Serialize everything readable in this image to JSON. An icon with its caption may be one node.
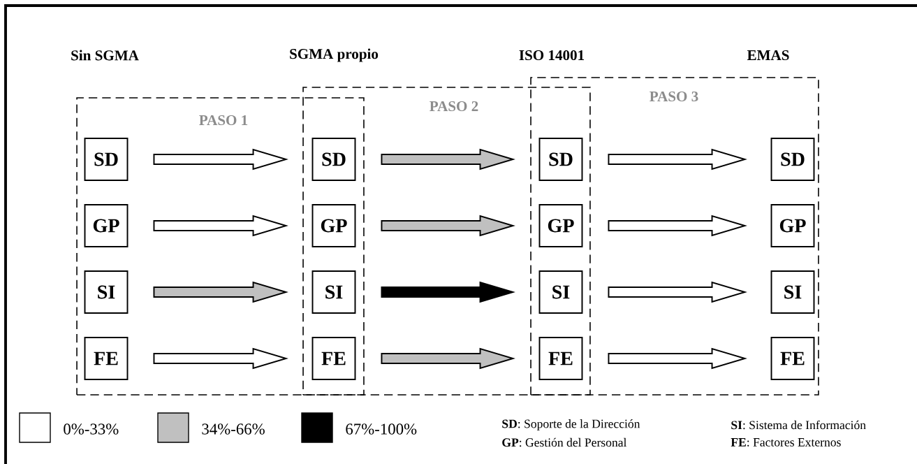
{
  "diagram": {
    "nodes": [
      {
        "text": [
          "PASO 1"
        ]
      },
      {
        "text": [
          "PASO 2"
        ]
      },
      {
        "text": [
          "PASO 3"
        ]
      },
      {
        "text": [
          "SD"
        ],
        "in": 0
      },
      {
        "text": [
          "SD"
        ]
      },
      {
        "text": [
          "SD"
        ]
      },
      {
        "text": [
          "SD"
        ],
        "in": 2
      },
      {
        "text": [
          "GP"
        ],
        "in": 0
      },
      {
        "text": [
          "GP"
        ]
      },
      {
        "text": [
          "GP"
        ]
      },
      {
        "text": [
          "GP"
        ],
        "in": 2
      },
      {
        "text": [
          "SI"
        ],
        "in": 0
      },
      {
        "text": [
          "SI"
        ]
      },
      {
        "text": [
          "SI"
        ]
      },
      {
        "text": [
          "SI"
        ],
        "in": 2
      },
      {
        "text": [
          "FE"
        ],
        "in": 0
      },
      {
        "text": [
          "FE"
        ]
      },
      {
        "text": [
          "FE"
        ]
      },
      {
        "text": [
          "FE"
        ],
        "in": 2
      }
    ],
    "edges": [
      {
        "from": 3,
        "to": 4,
        "arrow": "to"
      },
      {
        "from": 4,
        "to": 5,
        "arrow": "to",
        "color": "#c0c0c0"
      },
      {
        "from": 5,
        "to": 6,
        "arrow": "to"
      },
      {
        "from": 7,
        "to": 8,
        "arrow": "to"
      },
      {
        "from": 8,
        "to": 9,
        "arrow": "to",
        "color": "#c0c0c0"
      },
      {
        "from": 9,
        "to": 10,
        "arrow": "to"
      },
      {
        "from": 11,
        "to": 12,
        "arrow": "to",
        "color": "#c0c0c0"
      },
      {
        "from": 12,
        "to": 13,
        "arrow": "to",
        "color": "#000000"
      },
      {
        "from": 13,
        "to": 14,
        "arrow": "to"
      },
      {
        "from": 15,
        "to": 16,
        "arrow": "to"
      },
      {
        "from": 16,
        "to": 17,
        "arrow": "to",
        "color": "#c0c0c0"
      },
      {
        "from": 17,
        "to": 18,
        "arrow": "to"
      }
    ],
    "labels": [
      "Sin SGMA",
      "SGMA propio",
      "ISO 14001",
      "EMAS",
      "**SD**: Soporte de la Dirección",
      "**SI**: Sistema de Información",
      "**GP**: Gestión del Personal",
      "**FE**: Factores Externos"
    ],
    "legend": [
      {
        "text": "0%-33%"
      },
      {
        "text": "34%-66%",
        "color": "#c0c0c0"
      },
      {
        "text": "67%-100%",
        "color": "#000000"
      }
    ]
  }
}
